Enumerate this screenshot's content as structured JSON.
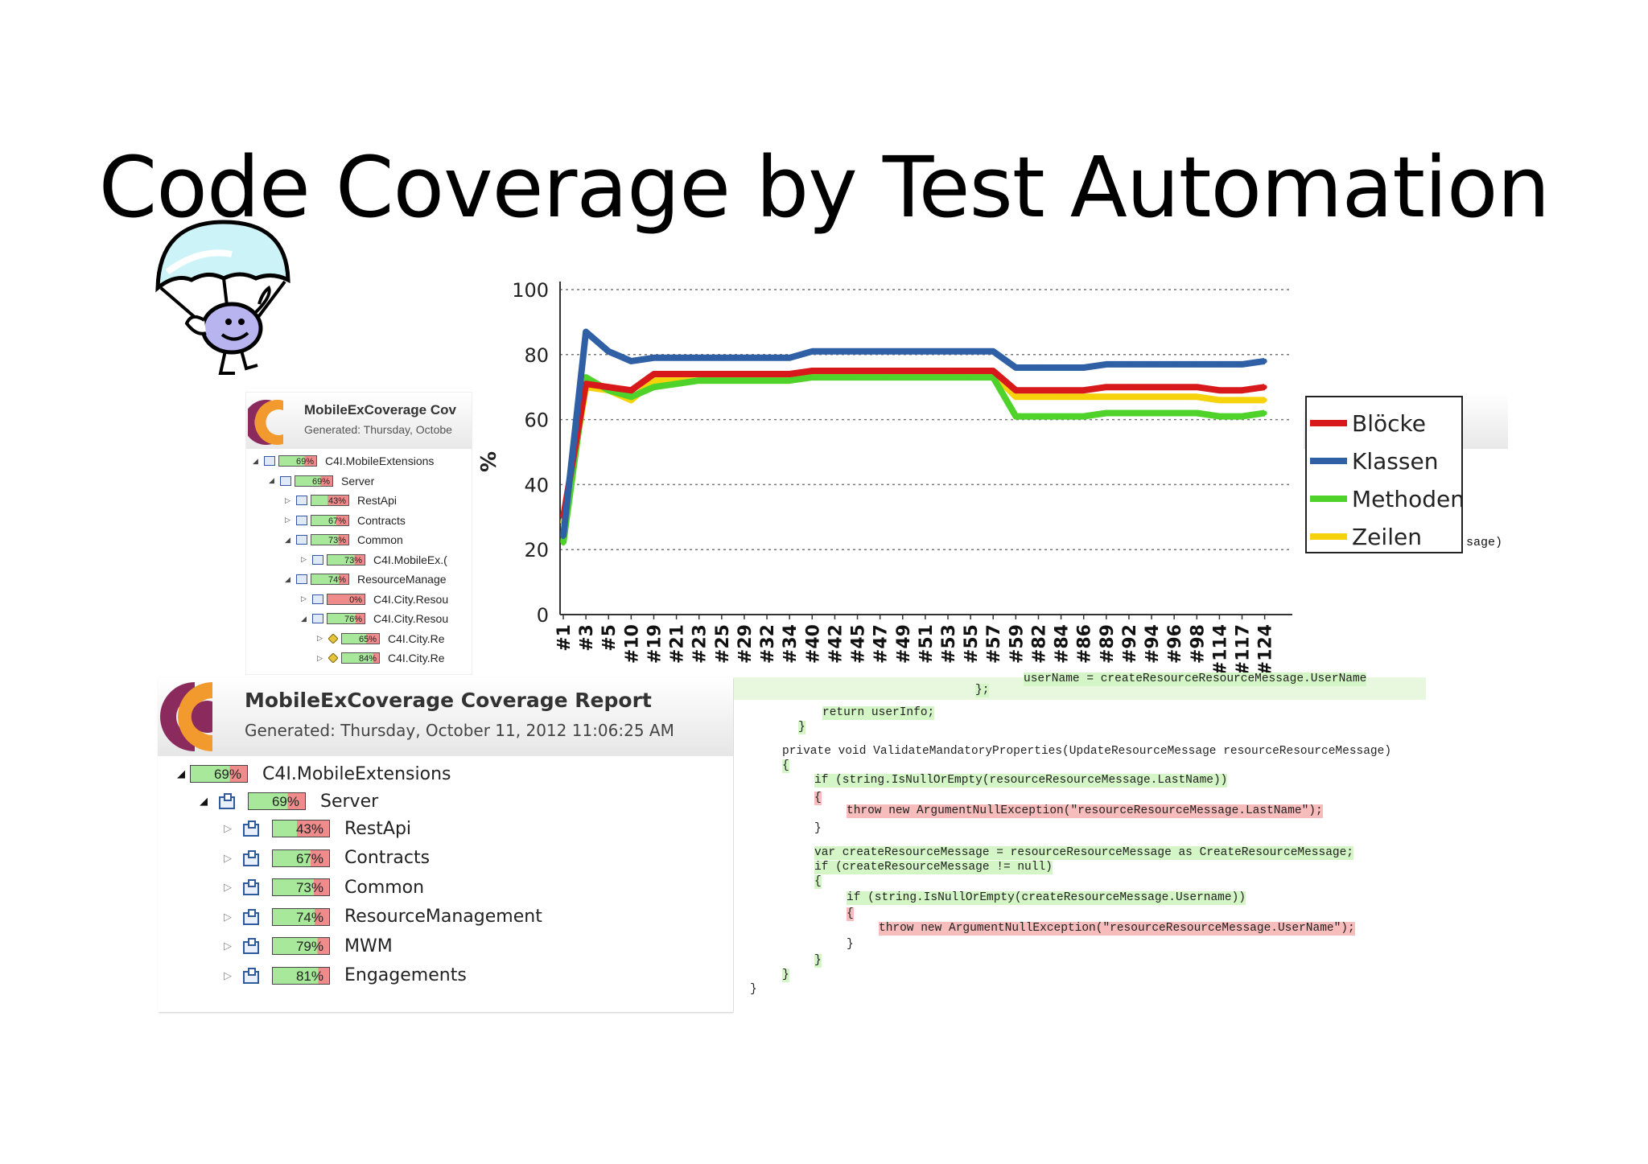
{
  "slide": {
    "title": "Code Coverage by Test Automation"
  },
  "colors": {
    "red": "#d7191c",
    "blue": "#2f5fa5",
    "green": "#4fd32a",
    "yellow": "#f5d20a",
    "badge_green": "#a8e89a",
    "badge_red": "#f08b8b"
  },
  "small_report": {
    "title": "MobileExCoverage Cov",
    "subtitle": "Generated: Thursday, Octobe",
    "rows": [
      {
        "indent": 0,
        "pct": "69%",
        "fill": 69,
        "label": "C4I.MobileExtensions",
        "icon": "namespace-icon",
        "open": true
      },
      {
        "indent": 1,
        "pct": "69%",
        "fill": 69,
        "label": "Server",
        "icon": "namespace-icon",
        "open": true
      },
      {
        "indent": 2,
        "pct": "43%",
        "fill": 43,
        "label": "RestApi",
        "icon": "namespace-icon",
        "open": false
      },
      {
        "indent": 2,
        "pct": "67%",
        "fill": 67,
        "label": "Contracts",
        "icon": "namespace-icon",
        "open": false
      },
      {
        "indent": 2,
        "pct": "73%",
        "fill": 73,
        "label": "Common",
        "icon": "namespace-icon",
        "open": true
      },
      {
        "indent": 3,
        "pct": "73%",
        "fill": 73,
        "label": "C4I.MobileEx.(",
        "icon": "class-icon",
        "open": false
      },
      {
        "indent": 2,
        "pct": "74%",
        "fill": 74,
        "label": "ResourceManage",
        "icon": "namespace-icon",
        "open": true
      },
      {
        "indent": 3,
        "pct": "0%",
        "fill": 0,
        "label": "C4I.City.Resou",
        "icon": "class-icon",
        "open": false
      },
      {
        "indent": 3,
        "pct": "76%",
        "fill": 76,
        "label": "C4I.City.Resou",
        "icon": "class-icon",
        "open": true
      },
      {
        "indent": 4,
        "pct": "65%",
        "fill": 65,
        "label": "C4I.City.Re",
        "icon": "method-icon",
        "open": false
      },
      {
        "indent": 4,
        "pct": "84%",
        "fill": 84,
        "label": "C4I.City.Re",
        "icon": "method-icon",
        "open": false
      }
    ]
  },
  "ghost_fragment": "sage)",
  "chart_data": {
    "type": "line",
    "ylabel": "%",
    "ylim": [
      0,
      100
    ],
    "yticks": [
      0,
      20,
      40,
      60,
      80,
      100
    ],
    "grid": "horizontal dotted",
    "legend_position": "right",
    "categories": [
      "#1",
      "#3",
      "#5",
      "#10",
      "#19",
      "#21",
      "#23",
      "#25",
      "#29",
      "#32",
      "#34",
      "#40",
      "#42",
      "#45",
      "#47",
      "#49",
      "#51",
      "#53",
      "#55",
      "#57",
      "#59",
      "#82",
      "#84",
      "#86",
      "#89",
      "#92",
      "#94",
      "#96",
      "#98",
      "#114",
      "#117",
      "#124"
    ],
    "series": [
      {
        "name": "Blöcke",
        "color": "#d7191c",
        "values": [
          30,
          71,
          70,
          69,
          74,
          74,
          74,
          74,
          74,
          74,
          74,
          75,
          75,
          75,
          75,
          75,
          75,
          75,
          75,
          75,
          69,
          69,
          69,
          69,
          70,
          70,
          70,
          70,
          70,
          69,
          69,
          70
        ]
      },
      {
        "name": "Klassen",
        "color": "#2f5fa5",
        "values": [
          24,
          87,
          81,
          78,
          79,
          79,
          79,
          79,
          79,
          79,
          79,
          81,
          81,
          81,
          81,
          81,
          81,
          81,
          81,
          81,
          76,
          76,
          76,
          76,
          77,
          77,
          77,
          77,
          77,
          77,
          77,
          78
        ]
      },
      {
        "name": "Methoden",
        "color": "#4fd32a",
        "values": [
          22,
          73,
          69,
          67,
          70,
          71,
          72,
          72,
          72,
          72,
          72,
          73,
          73,
          73,
          73,
          73,
          73,
          73,
          73,
          73,
          61,
          61,
          61,
          61,
          62,
          62,
          62,
          62,
          62,
          61,
          61,
          62
        ]
      },
      {
        "name": "Zeilen",
        "color": "#f5d20a",
        "values": [
          28,
          70,
          69,
          66,
          72,
          72,
          72,
          72,
          72,
          72,
          72,
          74,
          74,
          74,
          74,
          74,
          74,
          74,
          74,
          74,
          67,
          67,
          67,
          67,
          67,
          67,
          67,
          67,
          67,
          66,
          66,
          66
        ]
      }
    ]
  },
  "report": {
    "title": "MobileExCoverage Coverage Report",
    "subtitle": "Generated: Thursday, October 11, 2012 11:06:25 AM",
    "root": {
      "pct": "69%",
      "fill": 69,
      "label": "C4I.MobileExtensions"
    },
    "server": {
      "pct": "69%",
      "fill": 69,
      "label": "Server"
    },
    "children": [
      {
        "pct": "43%",
        "fill": 43,
        "label": "RestApi"
      },
      {
        "pct": "67%",
        "fill": 67,
        "label": "Contracts"
      },
      {
        "pct": "73%",
        "fill": 73,
        "label": "Common"
      },
      {
        "pct": "74%",
        "fill": 74,
        "label": "ResourceManagement"
      },
      {
        "pct": "79%",
        "fill": 79,
        "label": "MWM"
      },
      {
        "pct": "81%",
        "fill": 81,
        "label": "Engagements"
      }
    ]
  },
  "code": {
    "lines": [
      {
        "text": "userName = createResourceResourceMessage.UserName",
        "hl": "g"
      },
      {
        "text": "};",
        "hl": "g"
      },
      {
        "text": "return userInfo;",
        "hl": "g"
      },
      {
        "text": "}",
        "hl": "g"
      },
      {
        "text": "private void ValidateMandatoryProperties(UpdateResourceMessage resourceResourceMessage)",
        "hl": ""
      },
      {
        "text": "{",
        "hl": "g"
      },
      {
        "text": "if (string.IsNullOrEmpty(resourceResourceMessage.LastName))",
        "hl": "g"
      },
      {
        "text": "{",
        "hl": "r"
      },
      {
        "text": "throw new ArgumentNullException(\"resourceResourceMessage.LastName\");",
        "hl": "r"
      },
      {
        "text": "}",
        "hl": ""
      },
      {
        "text": "var createResourceMessage = resourceResourceMessage as CreateResourceMessage;",
        "hl": "g"
      },
      {
        "text": "if (createResourceMessage != null)",
        "hl": "g"
      },
      {
        "text": "{",
        "hl": "g"
      },
      {
        "text": "if (string.IsNullOrEmpty(createResourceMessage.Username))",
        "hl": "g"
      },
      {
        "text": "{",
        "hl": "r"
      },
      {
        "text": "throw new ArgumentNullException(\"resourceResourceMessage.UserName\");",
        "hl": "r"
      },
      {
        "text": "}",
        "hl": ""
      },
      {
        "text": "}",
        "hl": "g"
      },
      {
        "text": "}",
        "hl": "g"
      },
      {
        "text": "}",
        "hl": ""
      }
    ]
  }
}
